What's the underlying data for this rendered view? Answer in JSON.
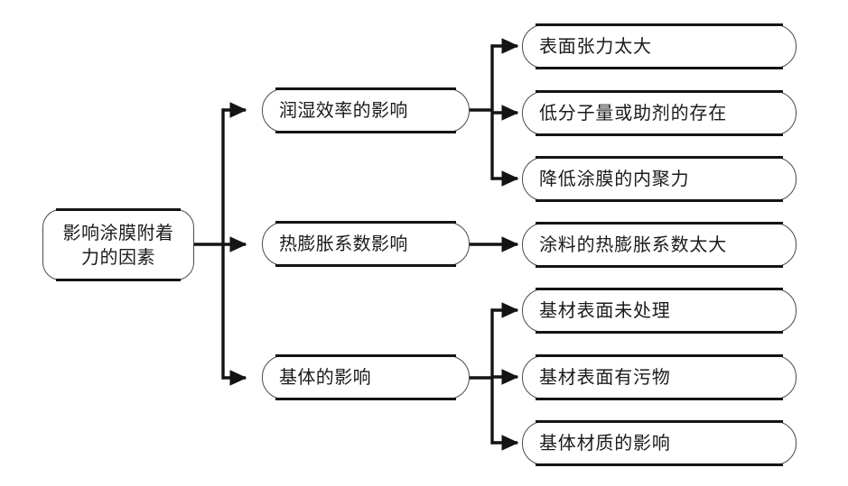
{
  "diagram": {
    "type": "tree-flowchart",
    "orientation": "left-to-right",
    "background_color": "#ffffff",
    "line_color": "#141414",
    "box_border_color": "#4a4a4a",
    "text_color": "#1b1b1b",
    "root": {
      "id": "root",
      "label": "影响涂膜附着\n力的因素"
    },
    "branches": [
      {
        "id": "branch-wetting",
        "label": "润湿效率的影响",
        "children": [
          {
            "id": "leaf-surface-tension",
            "label": "表面张力太大"
          },
          {
            "id": "leaf-low-molecular",
            "label": "低分子量或助剂的存在"
          },
          {
            "id": "leaf-cohesion",
            "label": "降低涂膜的内聚力"
          }
        ]
      },
      {
        "id": "branch-thermal-expansion",
        "label": "热膨胀系数影响",
        "children": [
          {
            "id": "leaf-coating-expansion",
            "label": "涂料的热膨胀系数太大"
          }
        ]
      },
      {
        "id": "branch-substrate",
        "label": "基体的影响",
        "children": [
          {
            "id": "leaf-untreated-surface",
            "label": "基材表面未处理"
          },
          {
            "id": "leaf-dirty-surface",
            "label": "基材表面有污物"
          },
          {
            "id": "leaf-substrate-material",
            "label": "基体材质的影响"
          }
        ]
      }
    ]
  }
}
